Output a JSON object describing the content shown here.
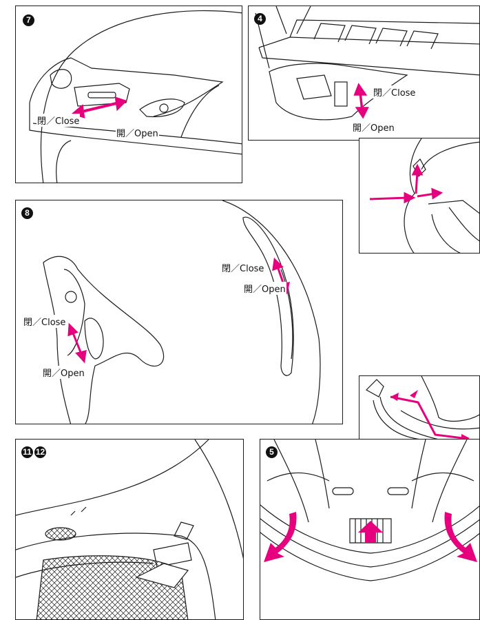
{
  "panels": {
    "p7": {
      "step": "7",
      "close": "閉／Close",
      "open": "開／Open"
    },
    "p4": {
      "step": "4",
      "close": "閉／Close",
      "open": "開／Open"
    },
    "p8": {
      "step": "8",
      "left_close": "閉／Close",
      "left_open": "開／Open",
      "right_close": "閉／Close",
      "right_open": "開／Open"
    },
    "p1112": {
      "step_a": "11",
      "step_b": "12"
    },
    "p5": {
      "step": "5"
    }
  },
  "colors": {
    "arrow": "#e6007e",
    "line": "#1a1a1a"
  }
}
